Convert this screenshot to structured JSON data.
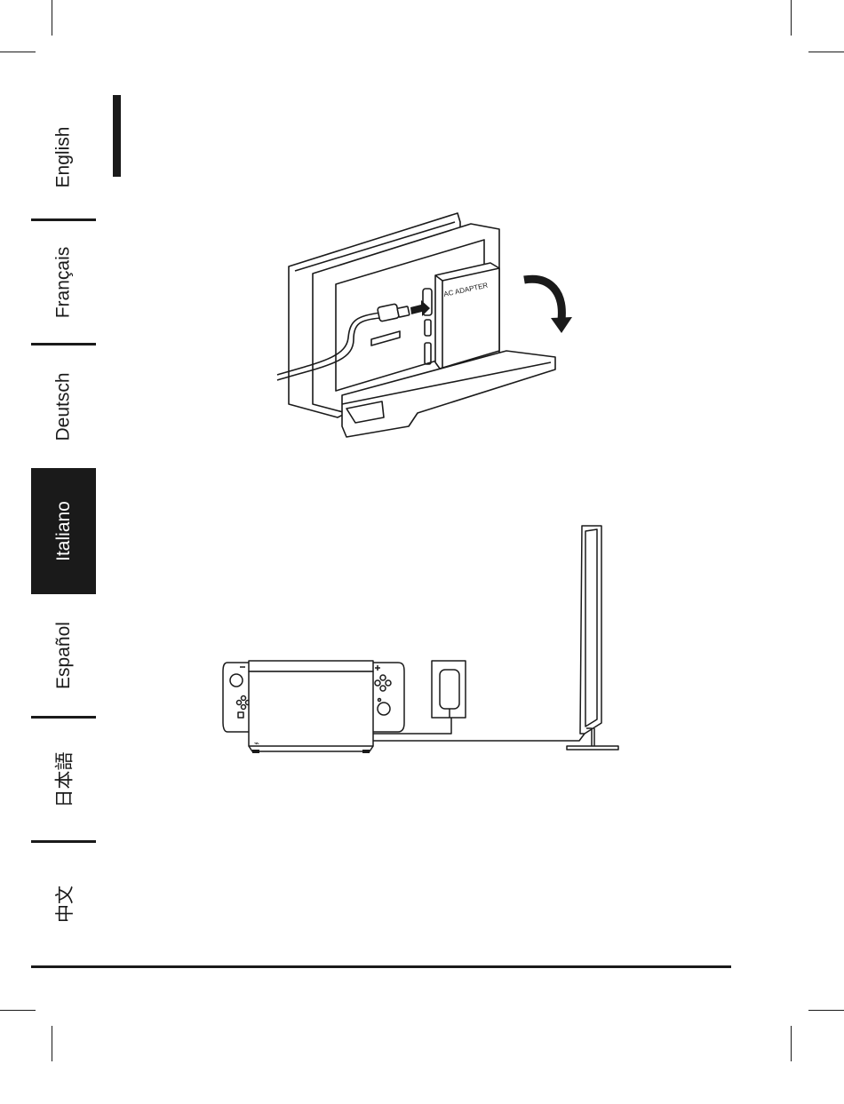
{
  "tabs": [
    {
      "label": "English",
      "active": false
    },
    {
      "label": "Français",
      "active": false
    },
    {
      "label": "Deutsch",
      "active": false
    },
    {
      "label": "Italiano",
      "active": true
    },
    {
      "label": "Español",
      "active": false
    },
    {
      "label": "日本語",
      "active": false
    },
    {
      "label": "中文",
      "active": false
    }
  ],
  "figure1": {
    "adapter_label": "AC ADAPTER"
  },
  "figure2": {
    "dock_symbol": "⌁"
  }
}
